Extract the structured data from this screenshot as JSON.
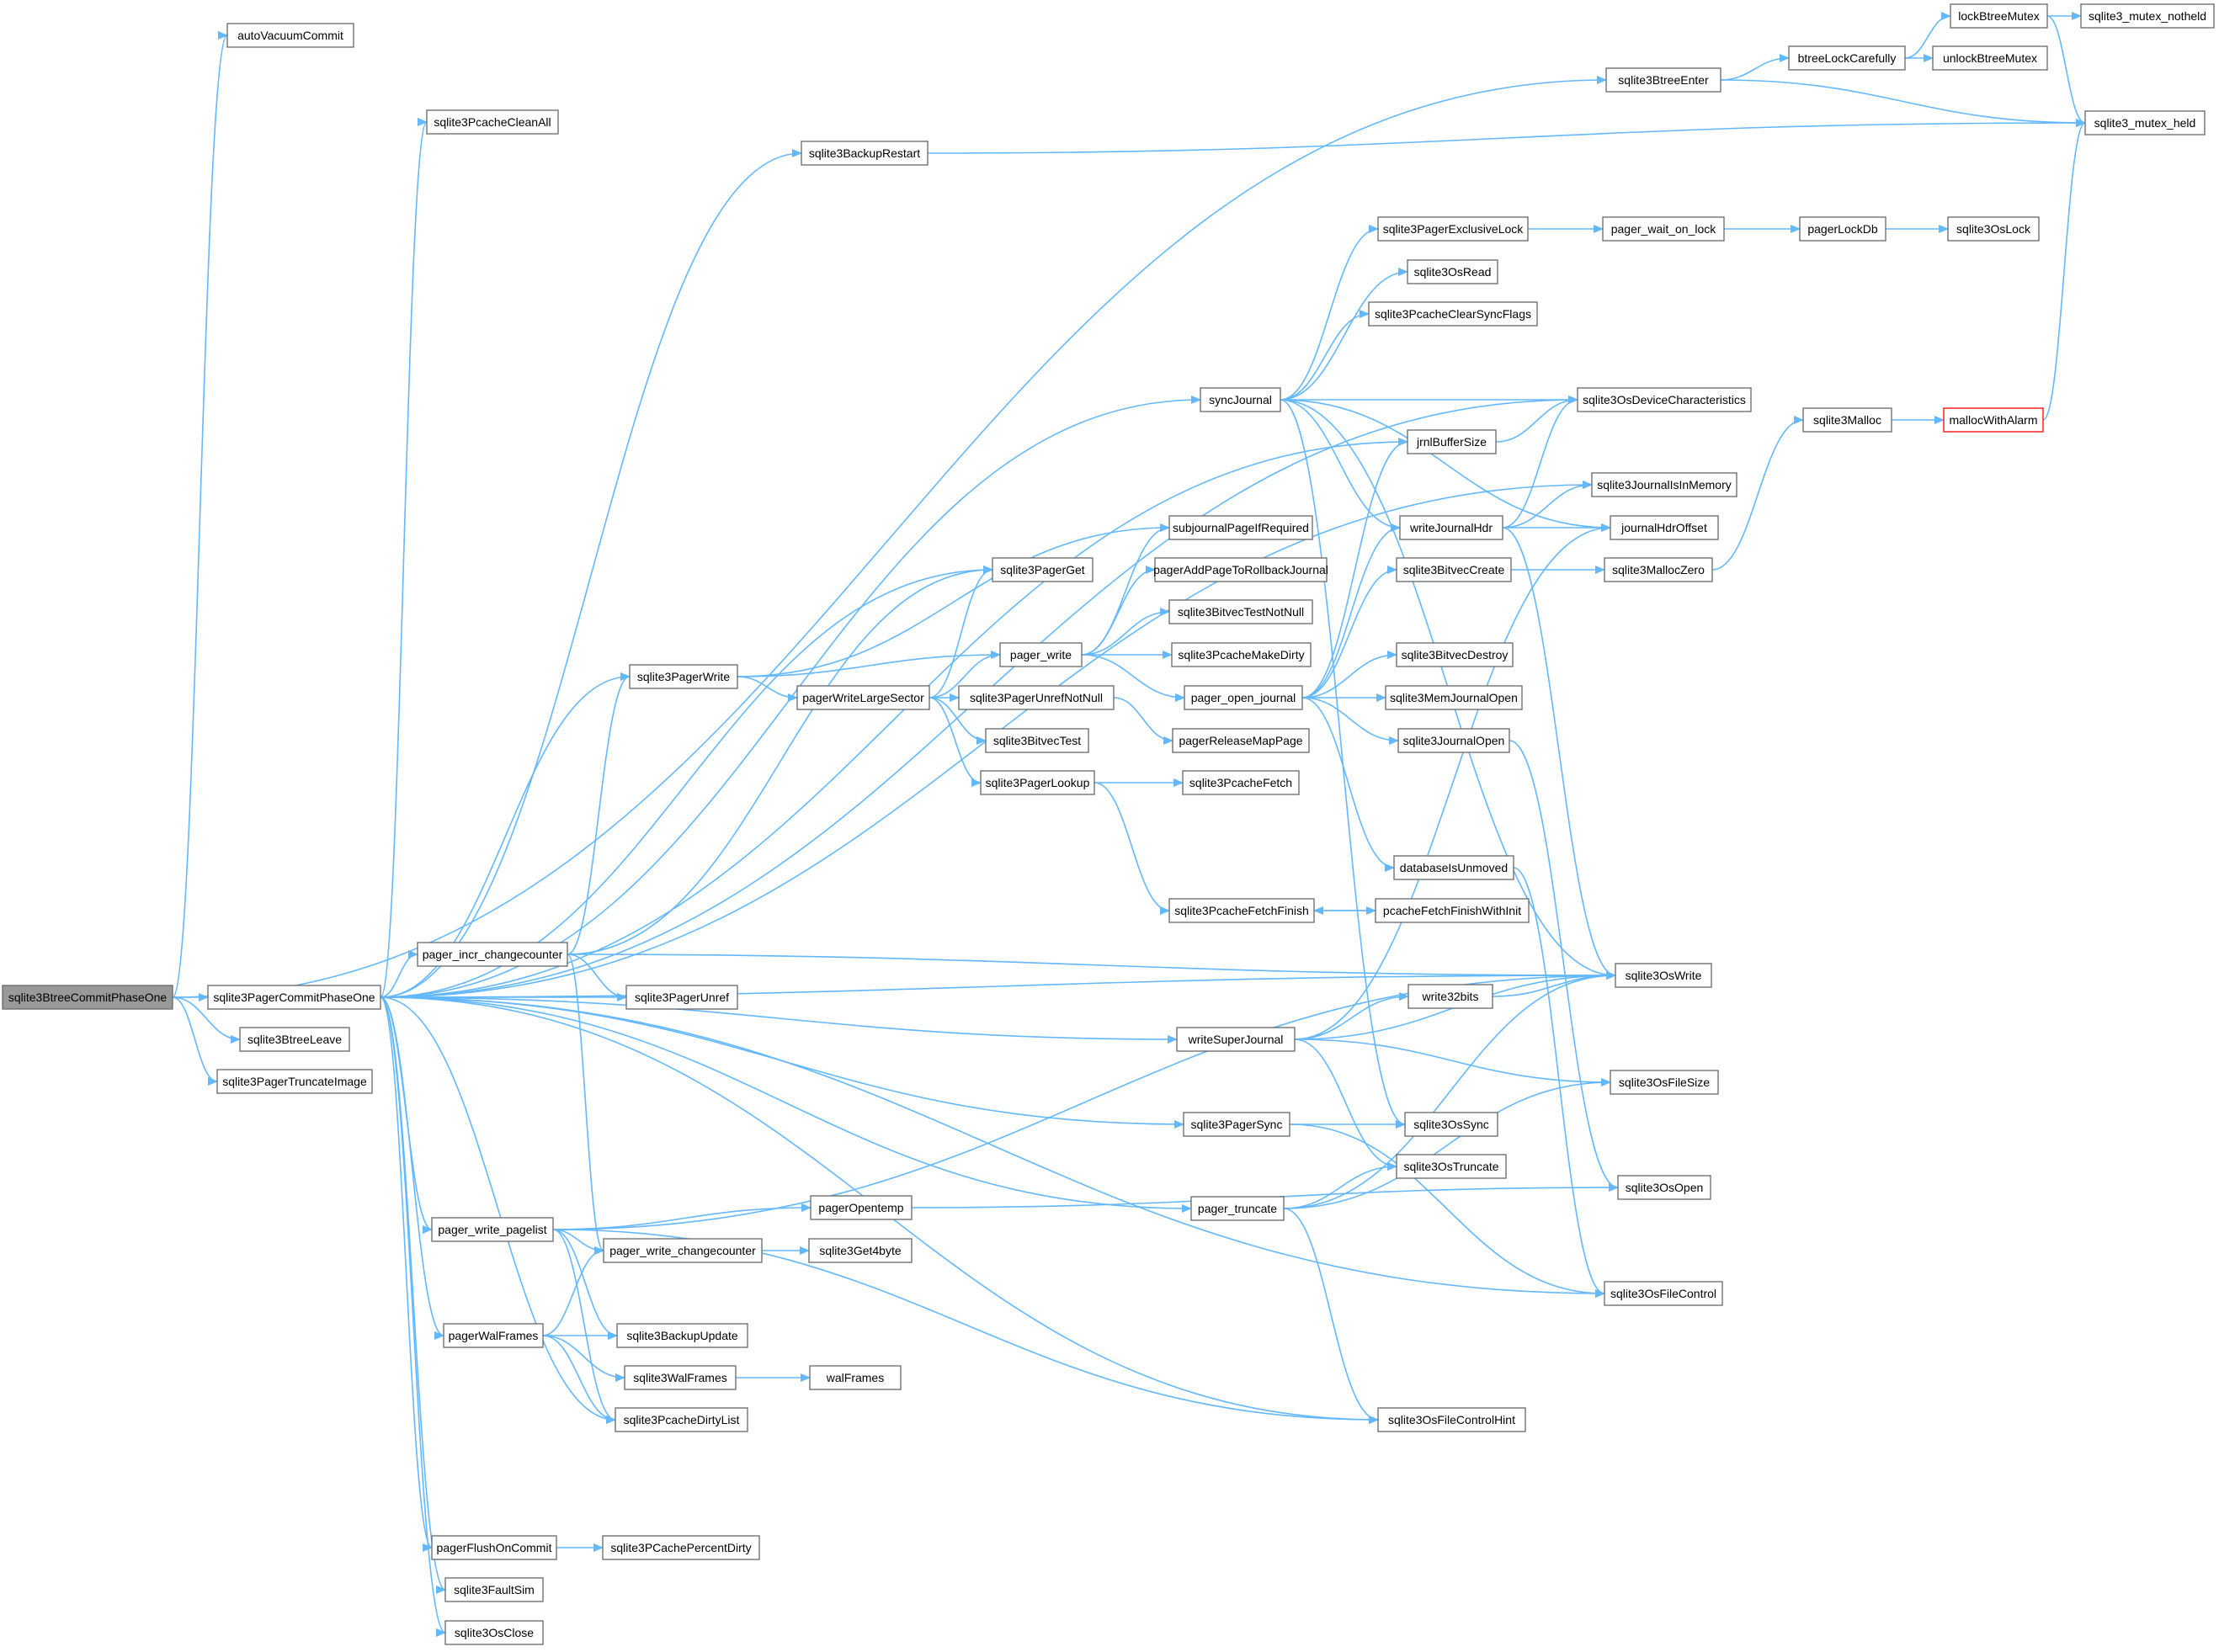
{
  "colors": {
    "edge": "#63b8ff",
    "node_border": "#666666",
    "node_fill": "#ffffff",
    "root_fill": "#999999",
    "highlight_border": "#ff0000",
    "text": "#000000"
  },
  "diagram": {
    "root": "sqlite3BtreeCommitPhaseOne",
    "highlighted": [
      "mallocWithAlarm"
    ],
    "nodes": [
      {
        "id": "sqlite3BtreeCommitPhaseOne",
        "label": "sqlite3BtreeCommitPhaseOne"
      },
      {
        "id": "autoVacuumCommit",
        "label": "autoVacuumCommit"
      },
      {
        "id": "sqlite3BtreeEnter",
        "label": "sqlite3BtreeEnter"
      },
      {
        "id": "sqlite3PagerCommitPhaseOne",
        "label": "sqlite3PagerCommitPhaseOne"
      },
      {
        "id": "sqlite3BtreeLeave",
        "label": "sqlite3BtreeLeave"
      },
      {
        "id": "sqlite3PagerTruncateImage",
        "label": "sqlite3PagerTruncateImage"
      },
      {
        "id": "btreeLockCarefully",
        "label": "btreeLockCarefully"
      },
      {
        "id": "lockBtreeMutex",
        "label": "lockBtreeMutex"
      },
      {
        "id": "sqlite3_mutex_notheld",
        "label": "sqlite3_mutex_notheld"
      },
      {
        "id": "unlockBtreeMutex",
        "label": "unlockBtreeMutex"
      },
      {
        "id": "sqlite3_mutex_held",
        "label": "sqlite3_mutex_held"
      },
      {
        "id": "sqlite3PcacheCleanAll",
        "label": "sqlite3PcacheCleanAll"
      },
      {
        "id": "sqlite3BackupRestart",
        "label": "sqlite3BackupRestart"
      },
      {
        "id": "sqlite3PagerExclusiveLock",
        "label": "sqlite3PagerExclusiveLock"
      },
      {
        "id": "pager_wait_on_lock",
        "label": "pager_wait_on_lock"
      },
      {
        "id": "pagerLockDb",
        "label": "pagerLockDb"
      },
      {
        "id": "sqlite3OsLock",
        "label": "sqlite3OsLock"
      },
      {
        "id": "sqlite3OsRead",
        "label": "sqlite3OsRead"
      },
      {
        "id": "sqlite3PcacheClearSyncFlags",
        "label": "sqlite3PcacheClearSyncFlags"
      },
      {
        "id": "syncJournal",
        "label": "syncJournal"
      },
      {
        "id": "sqlite3OsDeviceCharacteristics",
        "label": "sqlite3OsDeviceCharacteristics"
      },
      {
        "id": "sqlite3Malloc",
        "label": "sqlite3Malloc"
      },
      {
        "id": "mallocWithAlarm",
        "label": "mallocWithAlarm"
      },
      {
        "id": "jrnlBufferSize",
        "label": "jrnlBufferSize"
      },
      {
        "id": "sqlite3JournalIsInMemory",
        "label": "sqlite3JournalIsInMemory"
      },
      {
        "id": "subjournalPageIfRequired",
        "label": "subjournalPageIfRequired"
      },
      {
        "id": "writeJournalHdr",
        "label": "writeJournalHdr"
      },
      {
        "id": "journalHdrOffset",
        "label": "journalHdrOffset"
      },
      {
        "id": "sqlite3PagerGet",
        "label": "sqlite3PagerGet"
      },
      {
        "id": "pagerAddPageToRollbackJournal",
        "label": "pagerAddPageToRollbackJournal"
      },
      {
        "id": "sqlite3BitvecCreate",
        "label": "sqlite3BitvecCreate"
      },
      {
        "id": "sqlite3MallocZero",
        "label": "sqlite3MallocZero"
      },
      {
        "id": "sqlite3BitvecTestNotNull",
        "label": "sqlite3BitvecTestNotNull"
      },
      {
        "id": "pager_write",
        "label": "pager_write"
      },
      {
        "id": "sqlite3PcacheMakeDirty",
        "label": "sqlite3PcacheMakeDirty"
      },
      {
        "id": "sqlite3BitvecDestroy",
        "label": "sqlite3BitvecDestroy"
      },
      {
        "id": "sqlite3PagerWrite",
        "label": "sqlite3PagerWrite"
      },
      {
        "id": "pagerWriteLargeSector",
        "label": "pagerWriteLargeSector"
      },
      {
        "id": "sqlite3PagerUnrefNotNull",
        "label": "sqlite3PagerUnrefNotNull"
      },
      {
        "id": "pager_open_journal",
        "label": "pager_open_journal"
      },
      {
        "id": "sqlite3MemJournalOpen",
        "label": "sqlite3MemJournalOpen"
      },
      {
        "id": "sqlite3BitvecTest",
        "label": "sqlite3BitvecTest"
      },
      {
        "id": "pagerReleaseMapPage",
        "label": "pagerReleaseMapPage"
      },
      {
        "id": "sqlite3JournalOpen",
        "label": "sqlite3JournalOpen"
      },
      {
        "id": "sqlite3PagerLookup",
        "label": "sqlite3PagerLookup"
      },
      {
        "id": "sqlite3PcacheFetch",
        "label": "sqlite3PcacheFetch"
      },
      {
        "id": "databaseIsUnmoved",
        "label": "databaseIsUnmoved"
      },
      {
        "id": "sqlite3PcacheFetchFinish",
        "label": "sqlite3PcacheFetchFinish"
      },
      {
        "id": "pcacheFetchFinishWithInit",
        "label": "pcacheFetchFinishWithInit"
      },
      {
        "id": "pager_incr_changecounter",
        "label": "pager_incr_changecounter"
      },
      {
        "id": "sqlite3OsWrite",
        "label": "sqlite3OsWrite"
      },
      {
        "id": "sqlite3PagerUnref",
        "label": "sqlite3PagerUnref"
      },
      {
        "id": "write32bits",
        "label": "write32bits"
      },
      {
        "id": "writeSuperJournal",
        "label": "writeSuperJournal"
      },
      {
        "id": "sqlite3OsFileSize",
        "label": "sqlite3OsFileSize"
      },
      {
        "id": "sqlite3PagerSync",
        "label": "sqlite3PagerSync"
      },
      {
        "id": "sqlite3OsSync",
        "label": "sqlite3OsSync"
      },
      {
        "id": "sqlite3OsTruncate",
        "label": "sqlite3OsTruncate"
      },
      {
        "id": "sqlite3OsOpen",
        "label": "sqlite3OsOpen"
      },
      {
        "id": "pager_truncate",
        "label": "pager_truncate"
      },
      {
        "id": "pager_write_pagelist",
        "label": "pager_write_pagelist"
      },
      {
        "id": "pagerOpentemp",
        "label": "pagerOpentemp"
      },
      {
        "id": "pager_write_changecounter",
        "label": "pager_write_changecounter"
      },
      {
        "id": "sqlite3Get4byte",
        "label": "sqlite3Get4byte"
      },
      {
        "id": "sqlite3OsFileControl",
        "label": "sqlite3OsFileControl"
      },
      {
        "id": "pagerWalFrames",
        "label": "pagerWalFrames"
      },
      {
        "id": "sqlite3BackupUpdate",
        "label": "sqlite3BackupUpdate"
      },
      {
        "id": "sqlite3WalFrames",
        "label": "sqlite3WalFrames"
      },
      {
        "id": "walFrames",
        "label": "walFrames"
      },
      {
        "id": "sqlite3PcacheDirtyList",
        "label": "sqlite3PcacheDirtyList"
      },
      {
        "id": "sqlite3OsFileControlHint",
        "label": "sqlite3OsFileControlHint"
      },
      {
        "id": "pagerFlushOnCommit",
        "label": "pagerFlushOnCommit"
      },
      {
        "id": "sqlite3PCachePercentDirty",
        "label": "sqlite3PCachePercentDirty"
      },
      {
        "id": "sqlite3FaultSim",
        "label": "sqlite3FaultSim"
      },
      {
        "id": "sqlite3OsClose",
        "label": "sqlite3OsClose"
      }
    ],
    "edges": [
      [
        "sqlite3BtreeCommitPhaseOne",
        "autoVacuumCommit"
      ],
      [
        "sqlite3BtreeCommitPhaseOne",
        "sqlite3BtreeEnter"
      ],
      [
        "sqlite3BtreeCommitPhaseOne",
        "sqlite3PagerCommitPhaseOne"
      ],
      [
        "sqlite3BtreeCommitPhaseOne",
        "sqlite3BtreeLeave"
      ],
      [
        "sqlite3BtreeCommitPhaseOne",
        "sqlite3PagerTruncateImage"
      ],
      [
        "sqlite3BtreeEnter",
        "btreeLockCarefully"
      ],
      [
        "sqlite3BtreeEnter",
        "sqlite3_mutex_held"
      ],
      [
        "btreeLockCarefully",
        "lockBtreeMutex"
      ],
      [
        "btreeLockCarefully",
        "unlockBtreeMutex"
      ],
      [
        "lockBtreeMutex",
        "sqlite3_mutex_notheld"
      ],
      [
        "lockBtreeMutex",
        "sqlite3_mutex_held"
      ],
      [
        "sqlite3PagerCommitPhaseOne",
        "sqlite3PcacheCleanAll"
      ],
      [
        "sqlite3PagerCommitPhaseOne",
        "sqlite3BackupRestart"
      ],
      [
        "sqlite3BackupRestart",
        "sqlite3_mutex_held"
      ],
      [
        "sqlite3PagerCommitPhaseOne",
        "sqlite3OsDeviceCharacteristics"
      ],
      [
        "sqlite3PagerCommitPhaseOne",
        "syncJournal"
      ],
      [
        "sqlite3PagerCommitPhaseOne",
        "jrnlBufferSize"
      ],
      [
        "sqlite3PagerCommitPhaseOne",
        "sqlite3JournalIsInMemory"
      ],
      [
        "sqlite3PagerCommitPhaseOne",
        "sqlite3PagerGet"
      ],
      [
        "sqlite3PagerCommitPhaseOne",
        "sqlite3PagerWrite"
      ],
      [
        "sqlite3PagerCommitPhaseOne",
        "sqlite3OsWrite"
      ],
      [
        "sqlite3PagerCommitPhaseOne",
        "pager_incr_changecounter"
      ],
      [
        "sqlite3PagerCommitPhaseOne",
        "sqlite3PagerUnref"
      ],
      [
        "sqlite3PagerCommitPhaseOne",
        "writeSuperJournal"
      ],
      [
        "sqlite3PagerCommitPhaseOne",
        "sqlite3PagerSync"
      ],
      [
        "sqlite3PagerCommitPhaseOne",
        "pager_truncate"
      ],
      [
        "sqlite3PagerCommitPhaseOne",
        "pager_write_pagelist"
      ],
      [
        "sqlite3PagerCommitPhaseOne",
        "pagerWalFrames"
      ],
      [
        "sqlite3PagerCommitPhaseOne",
        "sqlite3PcacheDirtyList"
      ],
      [
        "sqlite3PagerCommitPhaseOne",
        "sqlite3OsFileControlHint"
      ],
      [
        "sqlite3PagerCommitPhaseOne",
        "sqlite3OsFileControl"
      ],
      [
        "sqlite3PagerCommitPhaseOne",
        "pagerFlushOnCommit"
      ],
      [
        "sqlite3PagerCommitPhaseOne",
        "sqlite3FaultSim"
      ],
      [
        "sqlite3PagerCommitPhaseOne",
        "sqlite3OsClose"
      ],
      [
        "syncJournal",
        "sqlite3PagerExclusiveLock"
      ],
      [
        "syncJournal",
        "sqlite3OsRead"
      ],
      [
        "syncJournal",
        "sqlite3PcacheClearSyncFlags"
      ],
      [
        "syncJournal",
        "sqlite3OsDeviceCharacteristics"
      ],
      [
        "syncJournal",
        "journalHdrOffset"
      ],
      [
        "syncJournal",
        "writeJournalHdr"
      ],
      [
        "syncJournal",
        "sqlite3OsWrite"
      ],
      [
        "syncJournal",
        "sqlite3OsSync"
      ],
      [
        "sqlite3PagerExclusiveLock",
        "pager_wait_on_lock"
      ],
      [
        "pager_wait_on_lock",
        "pagerLockDb"
      ],
      [
        "pagerLockDb",
        "sqlite3OsLock"
      ],
      [
        "sqlite3Malloc",
        "mallocWithAlarm"
      ],
      [
        "mallocWithAlarm",
        "sqlite3_mutex_held"
      ],
      [
        "jrnlBufferSize",
        "sqlite3OsDeviceCharacteristics"
      ],
      [
        "writeJournalHdr",
        "sqlite3OsDeviceCharacteristics"
      ],
      [
        "writeJournalHdr",
        "sqlite3JournalIsInMemory"
      ],
      [
        "writeJournalHdr",
        "journalHdrOffset"
      ],
      [
        "writeJournalHdr",
        "sqlite3OsWrite"
      ],
      [
        "sqlite3BitvecCreate",
        "sqlite3MallocZero"
      ],
      [
        "sqlite3MallocZero",
        "sqlite3Malloc"
      ],
      [
        "sqlite3PagerWrite",
        "subjournalPageIfRequired"
      ],
      [
        "sqlite3PagerWrite",
        "pager_write"
      ],
      [
        "sqlite3PagerWrite",
        "pagerWriteLargeSector"
      ],
      [
        "pager_write",
        "subjournalPageIfRequired"
      ],
      [
        "pager_write",
        "pagerAddPageToRollbackJournal"
      ],
      [
        "pager_write",
        "sqlite3BitvecTestNotNull"
      ],
      [
        "pager_write",
        "sqlite3PcacheMakeDirty"
      ],
      [
        "pager_write",
        "pager_open_journal"
      ],
      [
        "pagerWriteLargeSector",
        "sqlite3PagerGet"
      ],
      [
        "pagerWriteLargeSector",
        "pager_write"
      ],
      [
        "pagerWriteLargeSector",
        "sqlite3PagerUnrefNotNull"
      ],
      [
        "pagerWriteLargeSector",
        "sqlite3BitvecTest"
      ],
      [
        "pagerWriteLargeSector",
        "sqlite3PagerLookup"
      ],
      [
        "sqlite3PagerUnrefNotNull",
        "pagerReleaseMapPage"
      ],
      [
        "sqlite3PagerLookup",
        "sqlite3PcacheFetch"
      ],
      [
        "sqlite3PagerLookup",
        "sqlite3PcacheFetchFinish"
      ],
      [
        "pager_open_journal",
        "jrnlBufferSize"
      ],
      [
        "pager_open_journal",
        "writeJournalHdr"
      ],
      [
        "pager_open_journal",
        "sqlite3BitvecCreate"
      ],
      [
        "pager_open_journal",
        "sqlite3BitvecDestroy"
      ],
      [
        "pager_open_journal",
        "sqlite3MemJournalOpen"
      ],
      [
        "pager_open_journal",
        "sqlite3JournalOpen"
      ],
      [
        "pager_open_journal",
        "databaseIsUnmoved"
      ],
      [
        "sqlite3JournalOpen",
        "sqlite3OsOpen"
      ],
      [
        "databaseIsUnmoved",
        "sqlite3OsFileControl"
      ],
      [
        "pcacheFetchFinishWithInit",
        "sqlite3PcacheFetchFinish"
      ],
      [
        "sqlite3PcacheFetchFinish",
        "pcacheFetchFinishWithInit"
      ],
      [
        "pager_incr_changecounter",
        "sqlite3PagerGet"
      ],
      [
        "pager_incr_changecounter",
        "sqlite3PagerWrite"
      ],
      [
        "pager_incr_changecounter",
        "sqlite3OsWrite"
      ],
      [
        "pager_incr_changecounter",
        "sqlite3PagerUnref"
      ],
      [
        "pager_incr_changecounter",
        "pager_write_changecounter"
      ],
      [
        "writeSuperJournal",
        "write32bits"
      ],
      [
        "writeSuperJournal",
        "sqlite3OsWrite"
      ],
      [
        "writeSuperJournal",
        "sqlite3OsFileSize"
      ],
      [
        "writeSuperJournal",
        "sqlite3OsTruncate"
      ],
      [
        "writeSuperJournal",
        "journalHdrOffset"
      ],
      [
        "write32bits",
        "sqlite3OsWrite"
      ],
      [
        "sqlite3PagerSync",
        "sqlite3OsSync"
      ],
      [
        "sqlite3PagerSync",
        "sqlite3OsFileControl"
      ],
      [
        "pager_truncate",
        "sqlite3OsTruncate"
      ],
      [
        "pager_truncate",
        "sqlite3OsFileSize"
      ],
      [
        "pager_truncate",
        "sqlite3OsWrite"
      ],
      [
        "pager_truncate",
        "sqlite3OsFileControlHint"
      ],
      [
        "pager_write_pagelist",
        "pagerOpentemp"
      ],
      [
        "pager_write_pagelist",
        "pager_write_changecounter"
      ],
      [
        "pager_write_pagelist",
        "sqlite3OsWrite"
      ],
      [
        "pager_write_pagelist",
        "sqlite3BackupUpdate"
      ],
      [
        "pager_write_pagelist",
        "sqlite3PcacheDirtyList"
      ],
      [
        "pager_write_pagelist",
        "sqlite3OsFileControlHint"
      ],
      [
        "pagerOpentemp",
        "sqlite3OsOpen"
      ],
      [
        "pager_write_changecounter",
        "sqlite3Get4byte"
      ],
      [
        "pagerWalFrames",
        "pager_write_changecounter"
      ],
      [
        "pagerWalFrames",
        "sqlite3BackupUpdate"
      ],
      [
        "pagerWalFrames",
        "sqlite3WalFrames"
      ],
      [
        "pagerWalFrames",
        "sqlite3PcacheDirtyList"
      ],
      [
        "sqlite3WalFrames",
        "walFrames"
      ],
      [
        "pagerFlushOnCommit",
        "sqlite3PCachePercentDirty"
      ]
    ]
  }
}
